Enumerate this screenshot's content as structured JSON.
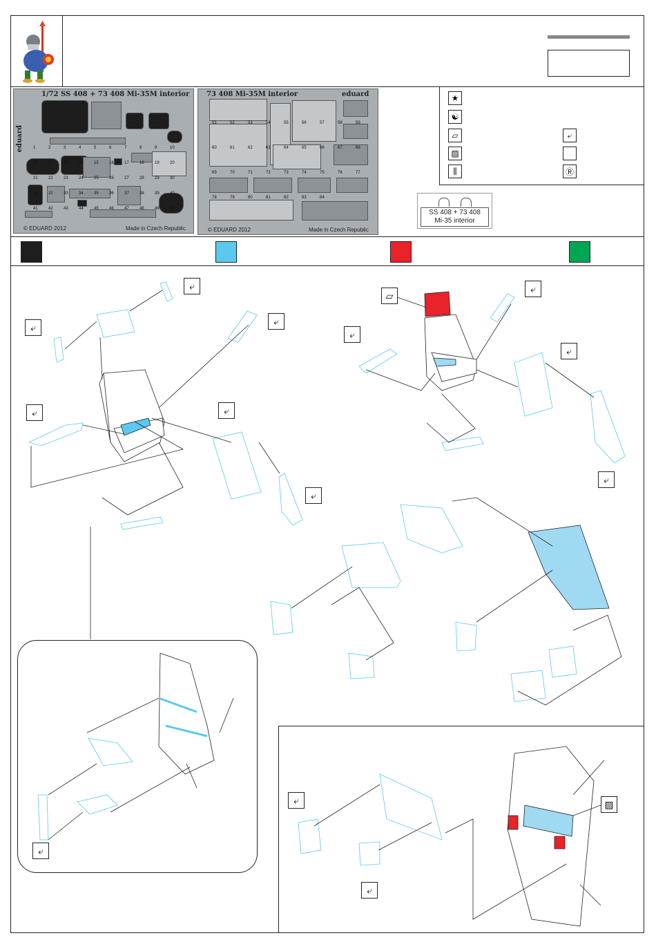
{
  "fret1": {
    "title": "1/72    SS 408 + 73 408   Mi-35M interior",
    "brand": "eduard",
    "copyright": "© EDUARD 2012",
    "made_in": "Made in Czech Republic",
    "part_numbers": [
      "1",
      "2",
      "3",
      "4",
      "5",
      "6",
      "7",
      "8",
      "9",
      "10",
      "11",
      "12",
      "13",
      "14",
      "15",
      "16",
      "17",
      "18",
      "19",
      "20",
      "21",
      "22",
      "23",
      "24",
      "25",
      "26",
      "27",
      "28",
      "29",
      "30",
      "31",
      "32",
      "33",
      "34",
      "35",
      "36",
      "37",
      "38",
      "39",
      "40",
      "41",
      "42",
      "43",
      "44",
      "45",
      "46",
      "47",
      "48",
      "49",
      "50"
    ]
  },
  "fret2": {
    "title": "73 408   Mi-35M interior",
    "brand": "eduard",
    "copyright": "© EDUARD 2012",
    "made_in": "Made in Czech Republic",
    "part_numbers": [
      "51",
      "52",
      "53",
      "54",
      "55",
      "56",
      "57",
      "58",
      "59",
      "60",
      "61",
      "62",
      "63",
      "64",
      "65",
      "66",
      "67",
      "68",
      "69",
      "70",
      "71",
      "72",
      "73",
      "74",
      "75",
      "76",
      "77",
      "78",
      "79",
      "80",
      "81",
      "82",
      "83",
      "84"
    ]
  },
  "package": {
    "line1": "SS 408 + 73 408",
    "line2": "Mi-35 interior"
  },
  "legend_icons": [
    "star-icon",
    "yin-yang-icon",
    "pe-part-icon",
    "hatched-part-icon",
    "drill-icon",
    "bend-icon",
    "blank-box-icon",
    "r-circle-icon"
  ],
  "colors": {
    "black": "#1e1e1e",
    "blue": "#5bc8f0",
    "red": "#e8232a",
    "green": "#00a651",
    "pe_blue": "#9fdaf2",
    "sheet_grey": "#a9aeb2"
  }
}
